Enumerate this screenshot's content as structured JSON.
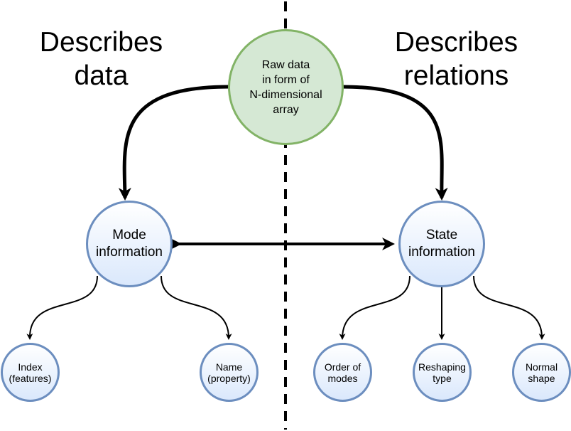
{
  "headings": {
    "left": "Describes\ndata",
    "right": "Describes\nrelations"
  },
  "nodes": {
    "raw_data": "Raw data\nin form of\nN-dimensional\narray",
    "mode_information": "Mode\ninformation",
    "state_information": "State\ninformation",
    "index": "Index\n(features)",
    "name": "Name\n(property)",
    "order_of_modes": "Order of\nmodes",
    "reshaping_type": "Reshaping\ntype",
    "normal_shape": "Normal\nshape"
  },
  "colors": {
    "raw_fill": "#d5e8d4",
    "raw_stroke": "#82b366",
    "node_fill": "#dae8fc",
    "node_stroke": "#6c8ebf",
    "line": "#000000"
  }
}
